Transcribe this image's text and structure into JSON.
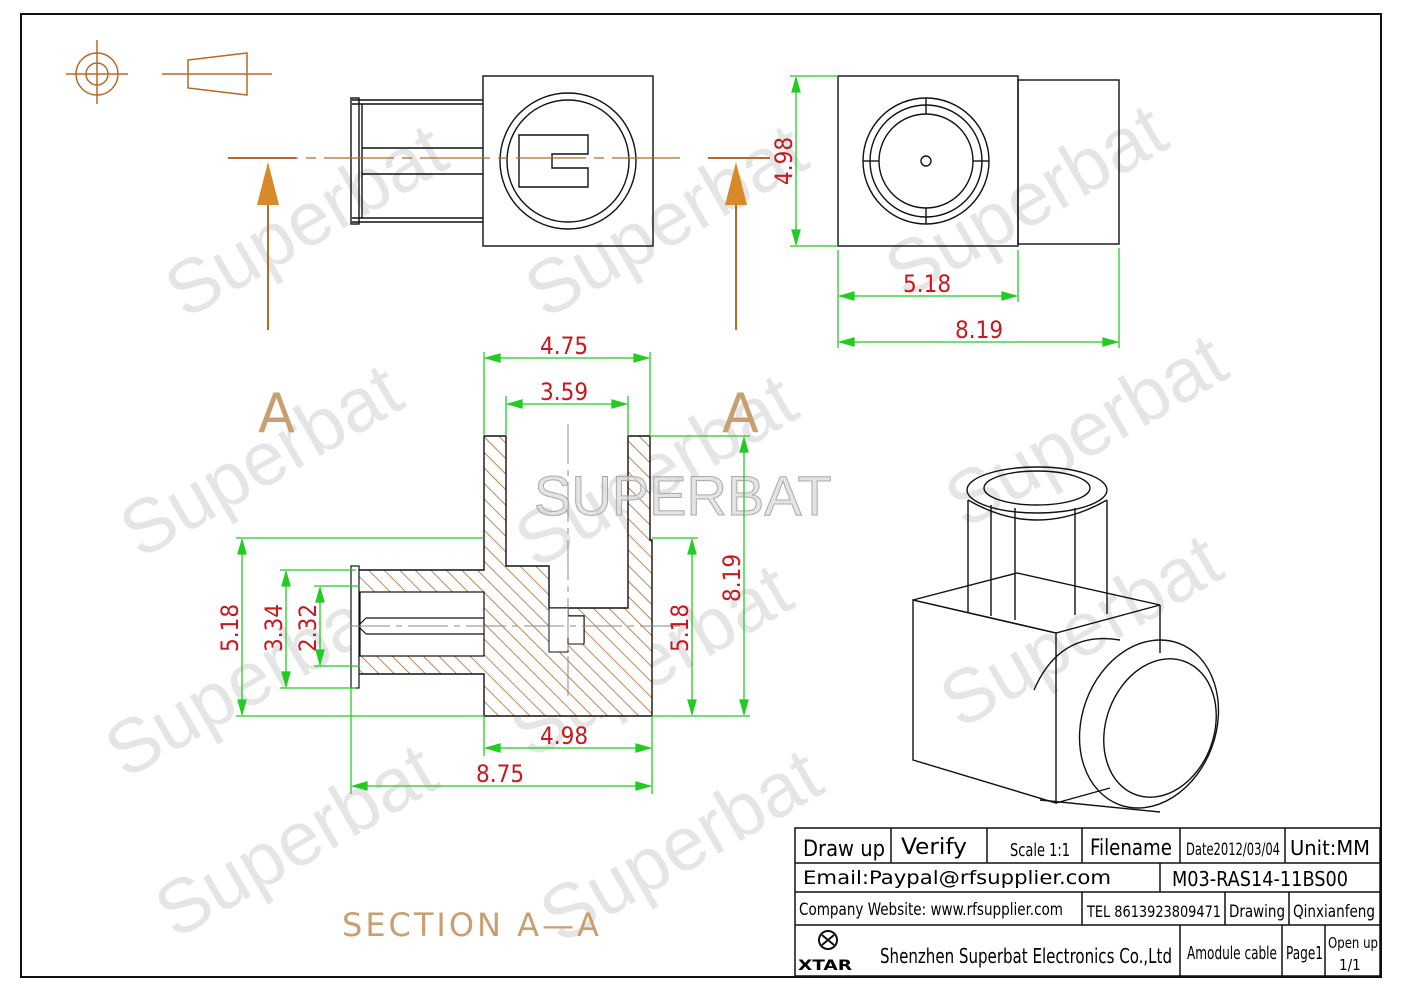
{
  "watermark": {
    "text": "Superbat",
    "logo": "SUPERBAT"
  },
  "section": {
    "cut_letter_left": "A",
    "cut_letter_right": "A",
    "caption": "SECTION  A—A"
  },
  "dimensions": {
    "side_height": "4.98",
    "side_inner_width": "5.18",
    "side_total_width": "8.19",
    "top_outer": "4.75",
    "top_inner": "3.59",
    "left_height": "5.18",
    "left_mid": "3.34",
    "left_inner": "2.32",
    "right_inner": "5.18",
    "right_total": "8.19",
    "bottom_base": "4.98",
    "bottom_total": "8.75"
  },
  "title_block": {
    "draw_up": "Draw up",
    "verify": "Verify",
    "scale": "Scale 1:1",
    "filename_label": "Filename",
    "date": "Date2012/03/04",
    "unit": "Unit:MM",
    "email": "Email:Paypal@rfsupplier.com",
    "part_number": "M03-RAS14-11BS00",
    "website": "Company Website:  www.rfsupplier.com",
    "tel": "TEL  8613923809471",
    "drawing_label": "Drawing",
    "drawer": "Qinxianfeng",
    "logo": "XTAR",
    "company": "Shenzhen Superbat Electronics Co.,Ltd",
    "product": "Amodule cable",
    "page": "Page1",
    "open_up": "Open up",
    "sheet": "1/1"
  },
  "colors": {
    "outline": "#111111",
    "dimension": "#22cc22",
    "dimension_text": "#c8181e",
    "hatch": "#b46a28",
    "arrow": "#d98a28",
    "caption": "#c8a070"
  }
}
